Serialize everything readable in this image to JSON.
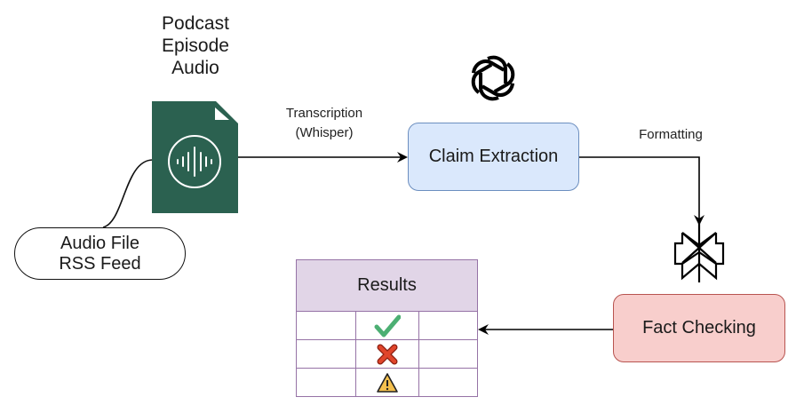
{
  "diagram": {
    "source_node": {
      "title": "Podcast Episode Audio",
      "lines": [
        "Podcast",
        "Episode",
        "Audio"
      ],
      "icon": "audio-file-icon",
      "color": "#2d6a4f"
    },
    "input_node": {
      "lines": [
        "Audio File",
        "RSS Feed"
      ]
    },
    "edges": [
      {
        "from": "Podcast Episode Audio",
        "to": "Claim Extraction",
        "label_lines": [
          "Transcription",
          "(Whisper)"
        ]
      },
      {
        "from": "Claim Extraction",
        "to": "Fact Checking",
        "label_lines": [
          "Formatting"
        ]
      },
      {
        "from": "Fact Checking",
        "to": "Results",
        "label_lines": []
      },
      {
        "from": "Audio File RSS Feed",
        "to": "Podcast Episode Audio",
        "label_lines": []
      }
    ],
    "claim_node": {
      "label": "Claim Extraction",
      "icon": "openai-logo-icon",
      "fill": "#dae8fc",
      "stroke": "#6c8ebf"
    },
    "fact_node": {
      "label": "Fact Checking",
      "icon": "perplexity-logo-icon",
      "fill": "#f8cecc",
      "stroke": "#b85450"
    },
    "results_table": {
      "title": "Results",
      "fill": "#e1d5e7",
      "stroke": "#9673a6",
      "rows": [
        {
          "status": "true",
          "icon": "check-icon",
          "color": "#4caf73"
        },
        {
          "status": "false",
          "icon": "cross-icon",
          "color": "#e0452b"
        },
        {
          "status": "uncertain",
          "icon": "warning-icon",
          "color": "#f4c04e"
        }
      ]
    }
  }
}
